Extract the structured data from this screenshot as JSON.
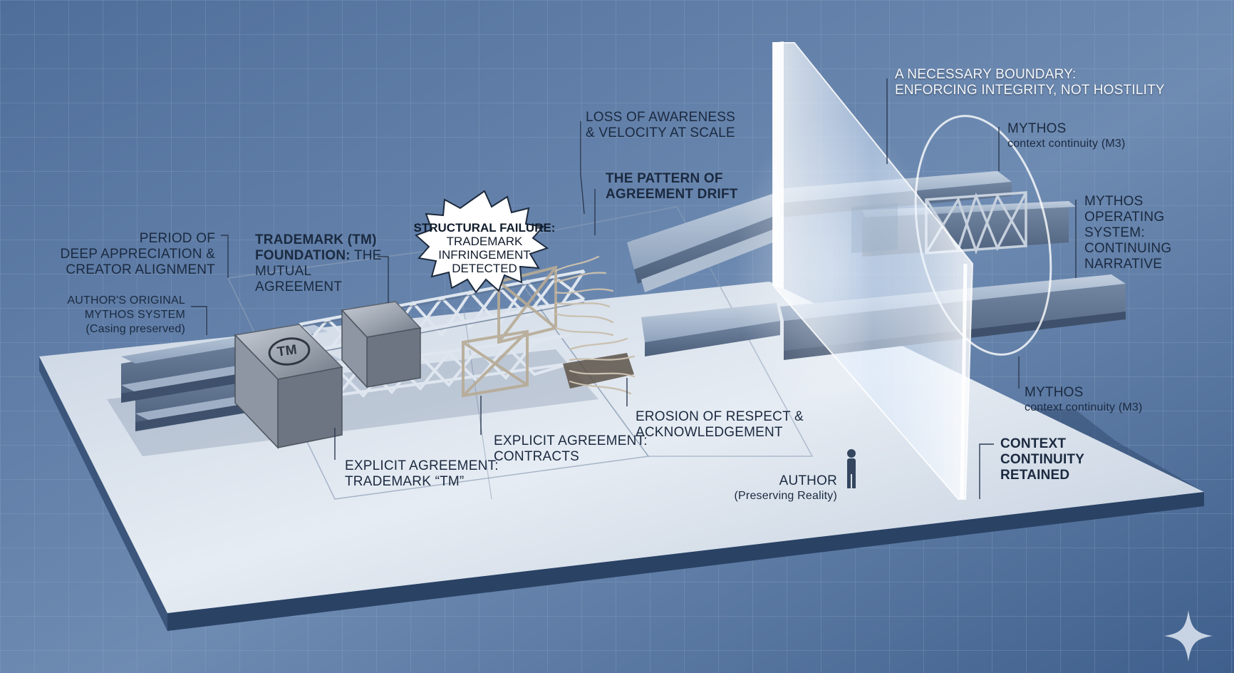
{
  "labels": {
    "period": [
      "PERIOD OF",
      "DEEP APPRECIATION &",
      "CREATOR ALIGNMENT"
    ],
    "authors_original": [
      "AUTHOR'S ORIGINAL",
      "MYTHOS SYSTEM",
      "(Casing preserved)"
    ],
    "tm_foundation": [
      "TRADEMARK (TM)",
      "FOUNDATION:",
      "THE",
      "MUTUAL AGREEMENT"
    ],
    "structural_failure": [
      "STRUCTURAL FAILURE:",
      "TRADEMARK INFRINGEMENT",
      "DETECTED"
    ],
    "loss_awareness": [
      "LOSS OF AWARENESS",
      "& VELOCITY AT SCALE"
    ],
    "pattern": [
      "THE PATTERN OF",
      "AGREEMENT DRIFT"
    ],
    "boundary": [
      "A NECESSARY BOUNDARY:",
      "ENFORCING INTEGRITY, NOT HOSTILITY"
    ],
    "mythos_top": [
      "MYTHOS",
      "context continuity (M3)"
    ],
    "mythos_os": [
      "MYTHOS",
      "OPERATING SYSTEM:",
      "CONTINUING",
      "NARRATIVE"
    ],
    "mythos_bottom": [
      "MYTHOS",
      "context continuity (M3)"
    ],
    "context_retained": [
      "CONTEXT",
      "CONTINUITY",
      "RETAINED"
    ],
    "author": [
      "AUTHOR",
      "(Preserving Reality)"
    ],
    "erosion": [
      "EROSION OF RESPECT &",
      "ACKNOWLEDGEMENT"
    ],
    "explicit_contracts": [
      "EXPLICIT AGREEMENT:",
      "CONTRACTS"
    ],
    "explicit_tm": [
      "EXPLICIT AGREEMENT:",
      "TRADEMARK “TM”"
    ],
    "tm_emblem": "TM"
  },
  "colors": {
    "background": "#5b79a3",
    "platform_top": "#dfe6ef",
    "beam": "#7f93ad",
    "glass": "#e8f3ff",
    "label_text": "#1b2a40"
  },
  "icons": {
    "corner": "sparkle-icon",
    "figure": "person-icon"
  }
}
